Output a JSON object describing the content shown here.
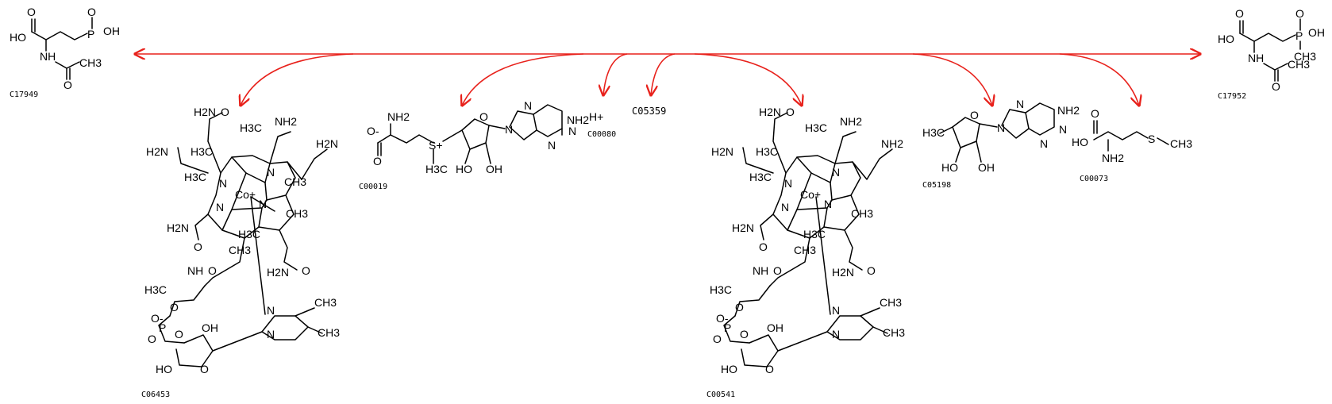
{
  "compounds": {
    "c17949": "C17949",
    "c17952": "C17952",
    "c06453": "C06453",
    "c00019": "C00019",
    "c00080": "C00080",
    "c05359": "C05359",
    "c00541": "C00541",
    "c05198": "C05198",
    "c00073": "C00073"
  },
  "atoms": {
    "hplus": "H+",
    "ho": "HO",
    "oh": "OH",
    "o": "O",
    "p": "P",
    "n": "N",
    "nh": "NH",
    "nh2": "NH2",
    "h2n": "H2N",
    "ch3": "CH3",
    "h3c": "H3C",
    "co": "Co+",
    "s": "S",
    "splus": "S+",
    "ominus": "O-"
  },
  "colors": {
    "arrow": "#e8211b",
    "structure": "#000000"
  }
}
